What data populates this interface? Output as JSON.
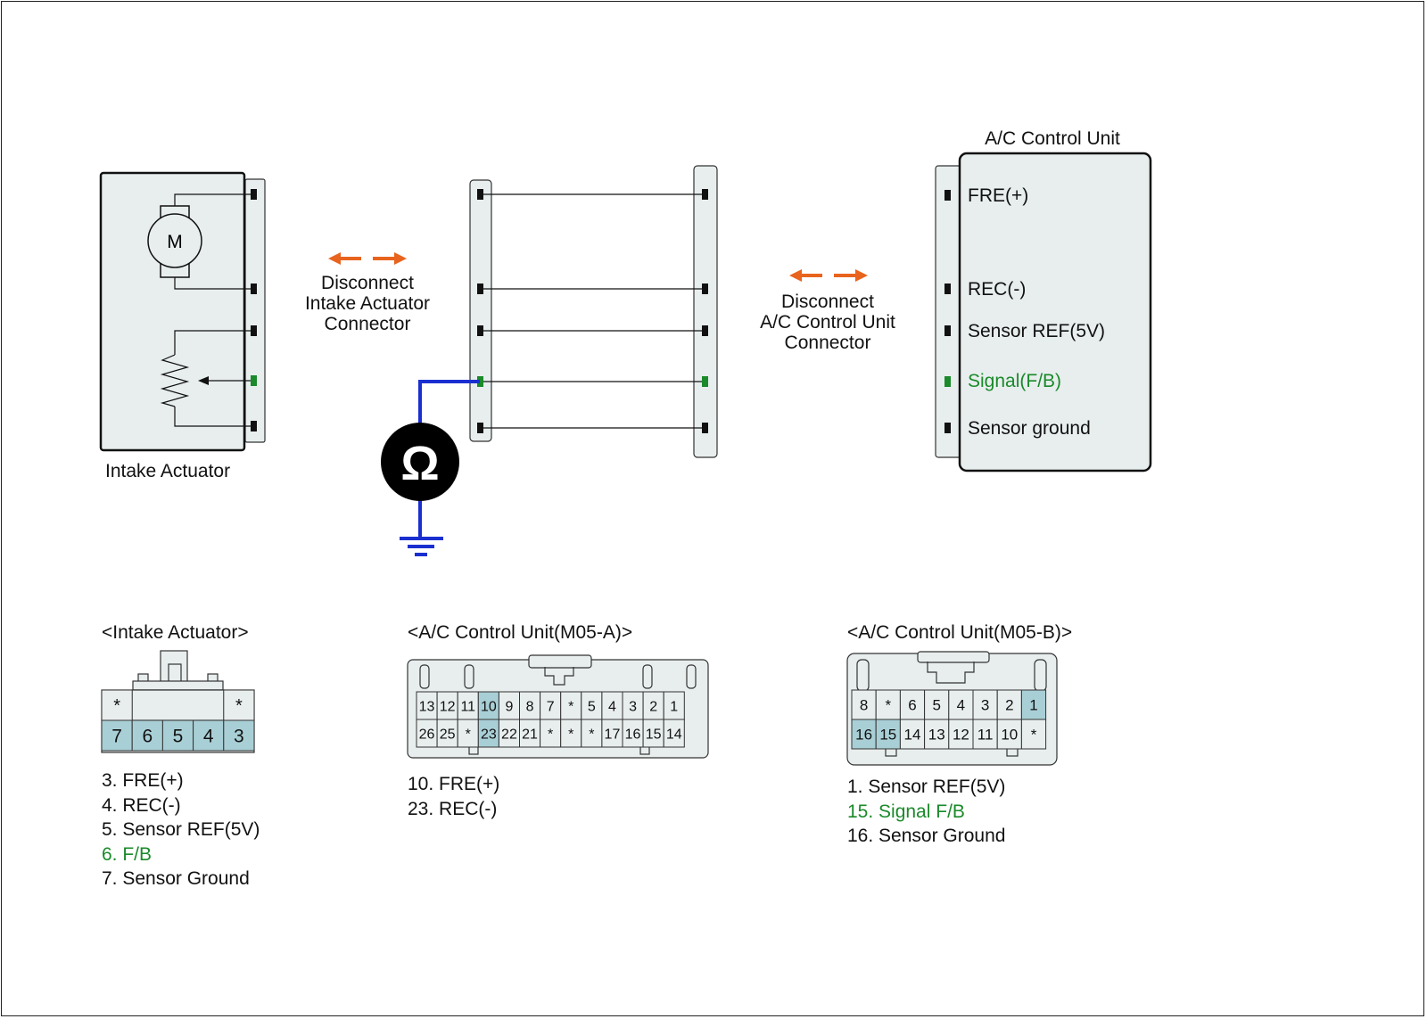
{
  "components": {
    "intake_actuator_label": "Intake Actuator",
    "motor_label": "M",
    "acu_title": "A/C Control Unit",
    "acu_pins": [
      "FRE(+)",
      "REC(-)",
      "Sensor REF(5V)",
      "Signal(F/B)",
      "Sensor ground"
    ],
    "disconnect_left": [
      "Disconnect",
      "Intake Actuator",
      "Connector"
    ],
    "disconnect_right": [
      "Disconnect",
      "A/C Control Unit",
      "Connector"
    ],
    "ohm_symbol": "Ω"
  },
  "colors": {
    "accent_arrow": "#e8641e",
    "probe_wire": "#1a2fd0",
    "signal_green": "#1a8a2a",
    "pin_highlight": "#a9cfd6",
    "body_fill": "#e8eeee"
  },
  "connectors": {
    "intake": {
      "title": "<Intake Actuator>",
      "top_row": [
        "*",
        "",
        "",
        "",
        "*"
      ],
      "bottom_row": [
        "7",
        "6",
        "5",
        "4",
        "3"
      ],
      "highlighted": [
        "7",
        "6",
        "5",
        "4",
        "3"
      ],
      "pins": [
        "3. FRE(+)",
        "4. REC(-)",
        "5. Sensor REF(5V)",
        "6. F/B",
        "7. Sensor Ground"
      ]
    },
    "m05a": {
      "title": "<A/C Control Unit(M05-A)>",
      "top_row": [
        "13",
        "12",
        "11",
        "10",
        "9",
        "8",
        "7",
        "*",
        "5",
        "4",
        "3",
        "2",
        "1"
      ],
      "bottom_row": [
        "26",
        "25",
        "*",
        "23",
        "22",
        "21",
        "*",
        "*",
        "*",
        "17",
        "16",
        "15",
        "14"
      ],
      "highlighted": [
        "10",
        "23"
      ],
      "pins": [
        "10. FRE(+)",
        "23. REC(-)"
      ]
    },
    "m05b": {
      "title": "<A/C Control Unit(M05-B)>",
      "top_row": [
        "8",
        "*",
        "6",
        "5",
        "4",
        "3",
        "2",
        "1"
      ],
      "bottom_row": [
        "16",
        "15",
        "14",
        "13",
        "12",
        "11",
        "10",
        "*"
      ],
      "highlighted": [
        "1",
        "15",
        "16"
      ],
      "pins": [
        "1. Sensor REF(5V)",
        "15. Signal F/B",
        "16. Sensor Ground"
      ]
    }
  }
}
